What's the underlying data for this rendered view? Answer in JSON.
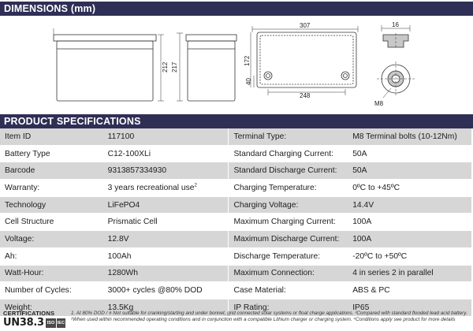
{
  "dimensions": {
    "title": "DIMENSIONS (mm)",
    "height_front": "212",
    "height_side": "217",
    "length_top": "307",
    "depth_top": "172",
    "terminal_offset": "40",
    "length_bottom": "248",
    "terminal_width": "16",
    "bolt_label": "M8"
  },
  "specs": {
    "title": "PRODUCT SPECIFICATIONS",
    "rows": [
      {
        "l1": "Item ID",
        "v1": "117100",
        "l2": "Terminal Type:",
        "v2": "M8 Terminal bolts (10-12Nm)"
      },
      {
        "l1": "Battery Type",
        "v1": "C12-100XLi",
        "l2": "Standard Charging Current:",
        "v2": "50A"
      },
      {
        "l1": "Barcode",
        "v1": "9313857334930",
        "l2": "Standard Discharge Current:",
        "v2": "50A"
      },
      {
        "l1": "Warranty:",
        "v1": "3 years recreational use",
        "v1_sup": "2",
        "l2": "Charging Temperature:",
        "v2": "0ºC to +45ºC"
      },
      {
        "l1": "Technology",
        "v1": "LiFePO4",
        "l2": "Charging Voltage:",
        "v2": "14.4V"
      },
      {
        "l1": "Cell Structure",
        "v1": "Prismatic Cell",
        "l2": "Maximum Charging Current:",
        "v2": "100A"
      },
      {
        "l1": "Voltage:",
        "v1": "12.8V",
        "l2": "Maximum Discharge Current:",
        "v2": "100A"
      },
      {
        "l1": "Ah:",
        "v1": "100Ah",
        "l2": "Discharge Temperature:",
        "v2": "-20ºC to +50ºC"
      },
      {
        "l1": "Watt-Hour:",
        "v1": "1280Wh",
        "l2": "Maximum Connection:",
        "v2": "4 in series 2 in parallel"
      },
      {
        "l1": "Number of Cycles:",
        "v1": "3000+ cycles @80% DOD",
        "l2": "Case Material:",
        "v2": "ABS & PC"
      },
      {
        "l1": "Weight:",
        "v1": "13.5Kg",
        "l2": "IP Rating:",
        "v2": "IP65"
      }
    ]
  },
  "footer": {
    "cert_title": "CERTIFICATIONS",
    "cert_mark": "UN38.3",
    "badge_iso": "ISO",
    "badge_iec": "IEC",
    "note1": "1. At 80% DOD / # Not suitable for cranking/starting and under bonnet, grid connected solar systems or float charge applications. ³Compared with standard flooded lead acid battery.",
    "note2": "²When used within recommended operating conditions and in conjunction with a compatible Lithium charger or charging system. ⁴Conditions apply see product for more details"
  },
  "colors": {
    "band": "#2f2e55",
    "row_shade": "#d6d6d6"
  }
}
